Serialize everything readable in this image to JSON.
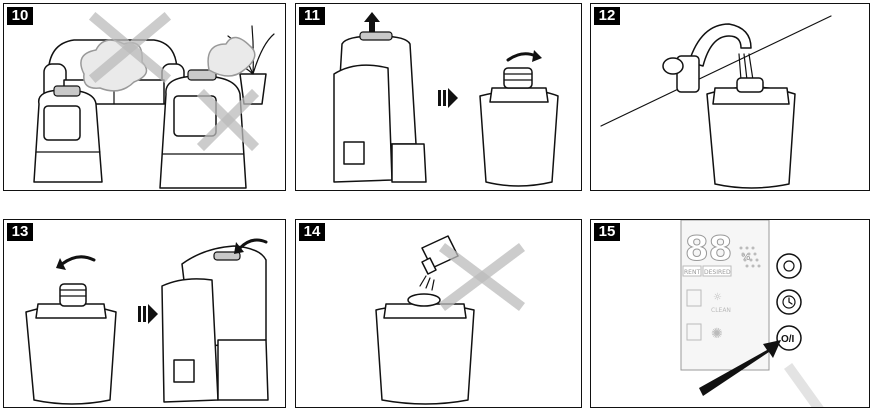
{
  "panels": [
    {
      "number": "10"
    },
    {
      "number": "11"
    },
    {
      "number": "12"
    },
    {
      "number": "13"
    },
    {
      "number": "14"
    },
    {
      "number": "15"
    }
  ],
  "display": {
    "digits": "88",
    "percent": "%",
    "current_label": "RENT",
    "desired_label": "DESIRED",
    "clean_label": "CLEAN",
    "power_label": "O/I"
  },
  "icons": {
    "cross": "prohibited-cross-icon",
    "arrow_up": "arrow-up-icon",
    "arrow_rotate": "rotate-arrow-icon",
    "arrow_next": "next-step-arrow-icon",
    "faucet": "faucet-icon",
    "oil_bottle": "bottle-icon",
    "pointer": "pointer-arrow-icon"
  },
  "colors": {
    "ink": "#111111",
    "shade": "#c9c9c9",
    "cross": "#bbbbbb"
  }
}
